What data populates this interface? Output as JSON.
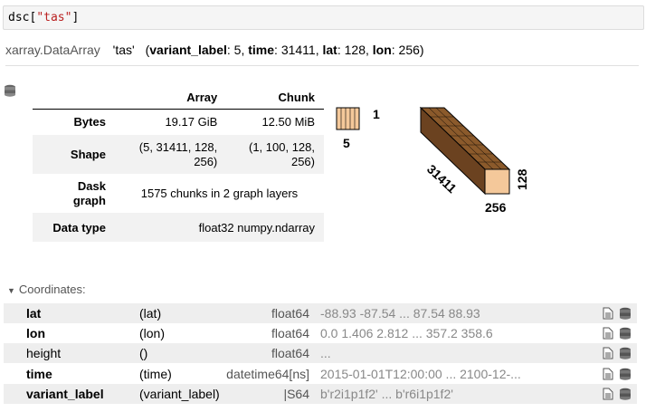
{
  "code_cell": {
    "prefix": "dsc[",
    "string": "\"tas\"",
    "suffix": "]"
  },
  "header": {
    "object_type": "xarray.DataArray",
    "array_name": "'tas'",
    "dims": [
      {
        "name": "variant_label",
        "size": "5"
      },
      {
        "name": "time",
        "size": "31411"
      },
      {
        "name": "lat",
        "size": "128"
      },
      {
        "name": "lon",
        "size": "256"
      }
    ]
  },
  "summary": {
    "columns": [
      "Array",
      "Chunk"
    ],
    "rows": [
      {
        "label": "Bytes",
        "array": "19.17 GiB",
        "chunk": "12.50 MiB"
      },
      {
        "label": "Shape",
        "array": [
          "(5, 31411, 128,",
          "256)"
        ],
        "chunk": [
          "(1, 100, 128,",
          "256)"
        ]
      },
      {
        "label": [
          "Dask",
          "graph"
        ],
        "value": "1575 chunks in 2 graph layers"
      },
      {
        "label": "Data type",
        "value": "float32 numpy.ndarray"
      }
    ]
  },
  "chunk_diagram": {
    "small_label_right": "1",
    "small_label_bottom": "5",
    "big_label_diag": "31411",
    "big_label_right": "128",
    "big_label_bottom": "256",
    "fill_color": "#8b5a2b",
    "face_color": "#f4c89a"
  },
  "coordinates": {
    "title": "Coordinates:",
    "rows": [
      {
        "name": "lat",
        "dims": "(lat)",
        "dtype": "float64",
        "preview": "-88.93 -87.54 ... 87.54 88.93"
      },
      {
        "name": "lon",
        "dims": "(lon)",
        "dtype": "float64",
        "preview": "0.0 1.406 2.812 ... 357.2 358.6"
      },
      {
        "name": "height",
        "dims": "()",
        "dtype": "float64",
        "preview": "..."
      },
      {
        "name": "time",
        "dims": "(time)",
        "dtype": "datetime64[ns]",
        "preview": "2015-01-01T12:00:00 ... 2100-12-..."
      },
      {
        "name": "variant_label",
        "dims": "(variant_label)",
        "dtype": "|S64",
        "preview": "b'r2i1p1f2' ... b'r6i1p1f2'"
      }
    ]
  }
}
